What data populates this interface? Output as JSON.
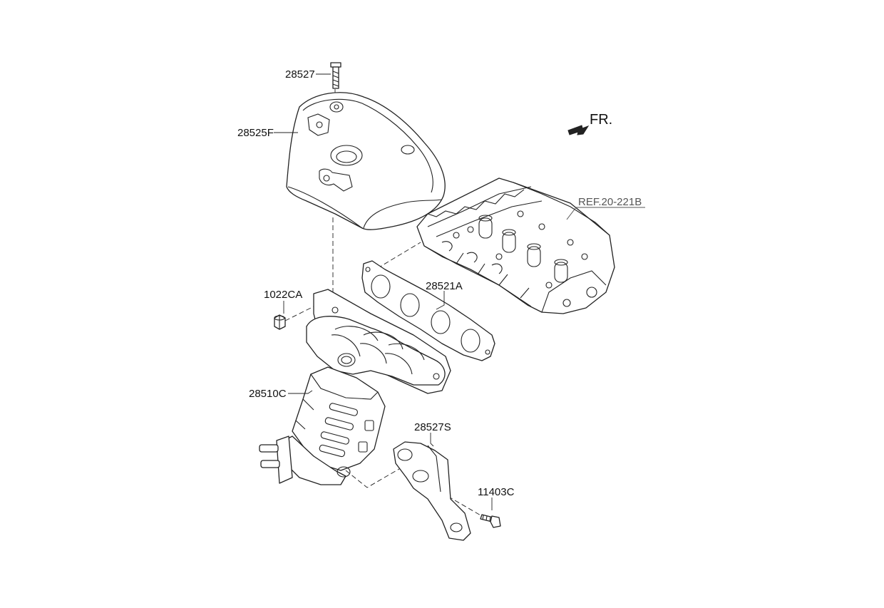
{
  "labels": {
    "bolt_top": "28527",
    "heat_protector": "28525F",
    "nut": "1022CA",
    "gasket": "28521A",
    "manifold_catalyst": "28510C",
    "bracket": "28527S",
    "bolt_bracket": "11403C",
    "ref_cylinder_head": "REF.20-221B",
    "front": "FR."
  }
}
